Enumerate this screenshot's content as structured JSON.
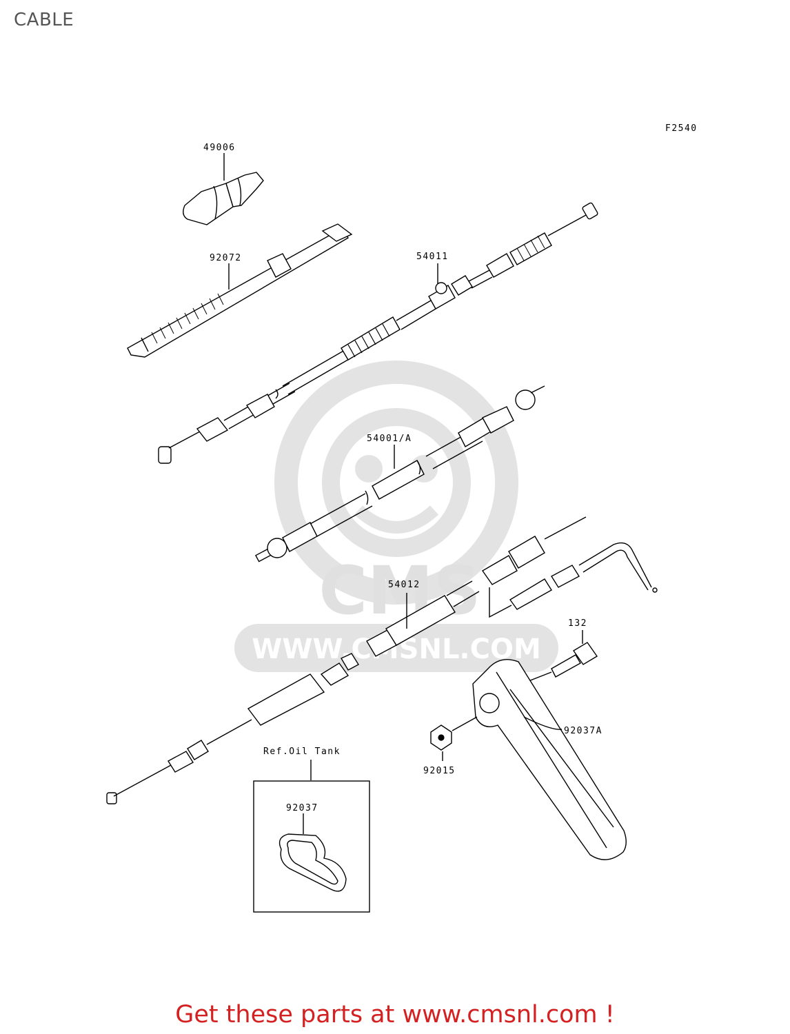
{
  "page": {
    "title": "CABLE",
    "footer_link": "Get these parts at www.cmsnl.com !"
  },
  "diagram": {
    "figure_code": "F2540",
    "watermark_text": "WWW.CMSNL.COM",
    "watermark_logo": "CMS",
    "ref_box_label": "Ref.Oil Tank",
    "parts": [
      {
        "id": "p49006",
        "label": "49006"
      },
      {
        "id": "p92072",
        "label": "92072"
      },
      {
        "id": "p54011",
        "label": "54011"
      },
      {
        "id": "p54001a",
        "label": "54001/A"
      },
      {
        "id": "p54012",
        "label": "54012"
      },
      {
        "id": "p132",
        "label": "132"
      },
      {
        "id": "p92037a",
        "label": "92037A"
      },
      {
        "id": "p92015",
        "label": "92015"
      },
      {
        "id": "p92037",
        "label": "92037"
      }
    ]
  }
}
